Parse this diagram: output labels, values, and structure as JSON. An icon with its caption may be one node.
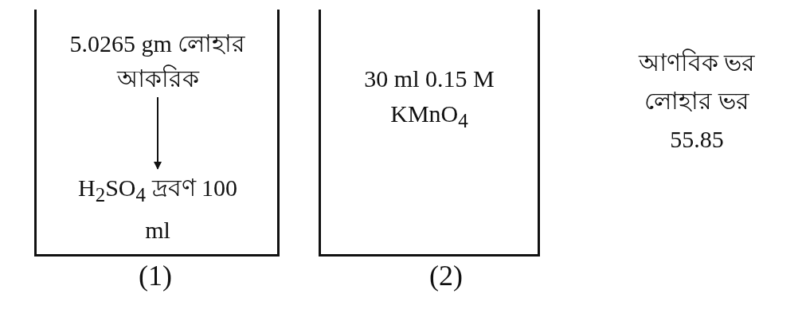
{
  "diagram": {
    "nodes": [
      {
        "text": [],
        "shape": "box",
        "beside": [
          "(1)"
        ]
      },
      {
        "text": [
          "5.0265 gm লোহার আকরিক"
        ],
        "in": 0
      },
      {
        "text": [
          "H$_{2}$SO$_{4}$ দ্রবণ 100 ml"
        ],
        "in": 0
      },
      {
        "text": [
          "30 ml 0.15 M KMnO$_{4}$"
        ],
        "beside": [
          "(2)"
        ]
      }
    ],
    "edges": [
      {
        "from": 1,
        "to": 2,
        "arrow": "to"
      }
    ],
    "labels": [
      "আণবিক ভর লোহার ভর 55.85"
    ]
  }
}
